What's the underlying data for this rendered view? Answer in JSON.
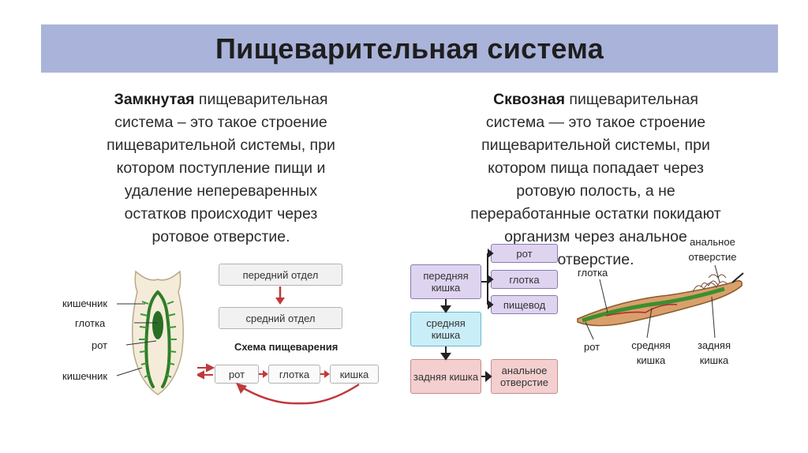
{
  "title": "Пищеварительная система",
  "closed": {
    "term": "Замкнутая",
    "line1": " пищеварительная",
    "line2": "система – это такое строение",
    "line3": "пищеварительной системы, при",
    "line4": "котором поступление пищи и",
    "line5": "удаление непереваренных",
    "line6": "остатков происходит через",
    "line7": "ротовое отверстие."
  },
  "through": {
    "term": "Сквозная",
    "line1": " пищеварительная",
    "line2": "система — это такое строение",
    "line3": "пищеварительной системы, при",
    "line4": "котором пища попадает через",
    "line5": "ротовую полость, а не",
    "line6": "переработанные остатки покидают",
    "line7": "организм через анальное",
    "line8": "отверстие."
  },
  "flatworm": {
    "labels": [
      "кишечник",
      "глотка",
      "рот",
      "кишечник"
    ]
  },
  "scheme": {
    "box_front": "передний отдел",
    "box_middle": "средний отдел",
    "caption": "Схема пищеварения",
    "chain": [
      "рот",
      "глотка",
      "кишка"
    ]
  },
  "flow": {
    "front_gut": "передняя кишка",
    "mouth": "рот",
    "pharynx": "глотка",
    "esophagus": "пищевод",
    "middle_gut": "средняя кишка",
    "hind_gut": "задняя кишка",
    "anus": "анальное отверстие"
  },
  "roundworm": {
    "anus_label": "анальное отверстие",
    "pharynx_label": "глотка",
    "mouth_label": "рот",
    "middle_label": "средняя кишка",
    "hind_label": "задняя кишка"
  },
  "colors": {
    "title_bar": "#aab3d9",
    "purple_box": "#ded4f0",
    "cyan_box": "#c9eef7",
    "pink_box": "#f4cfcf",
    "arrow_red": "#c0393b",
    "arrow_dark": "#222222"
  }
}
